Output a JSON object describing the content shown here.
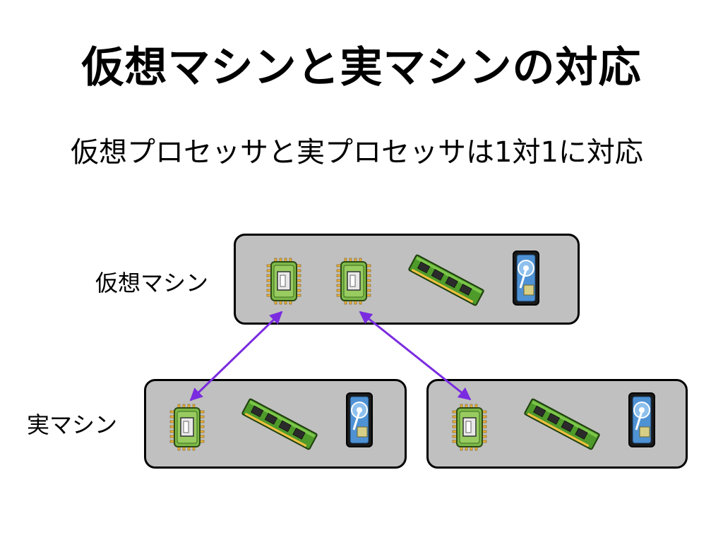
{
  "slide": {
    "title": "仮想マシンと実マシンの対応",
    "subtitle": "仮想プロセッサと実プロセッサは1対1に対応"
  },
  "diagram": {
    "virtual_machine_label": "仮想マシン",
    "real_machine_label": "実マシン",
    "virtual_machine": {
      "components": [
        "processor-icon",
        "processor-icon",
        "memory-icon",
        "disk-icon"
      ]
    },
    "real_machines": [
      {
        "components": [
          "processor-icon",
          "memory-icon",
          "disk-icon"
        ]
      },
      {
        "components": [
          "processor-icon",
          "memory-icon",
          "disk-icon"
        ]
      }
    ],
    "mappings": [
      {
        "from": "virtual processor 1",
        "to": "real machine 1 processor"
      },
      {
        "from": "virtual processor 2",
        "to": "real machine 2 processor"
      }
    ],
    "colors": {
      "box_fill": "#c0c0c0",
      "arrow": "#7a2be0",
      "chip_green": "#7cb848",
      "pin_gold": "#f0b43c",
      "memory_green": "#4e9a2a",
      "disk_blue": "#3b82c8"
    }
  }
}
